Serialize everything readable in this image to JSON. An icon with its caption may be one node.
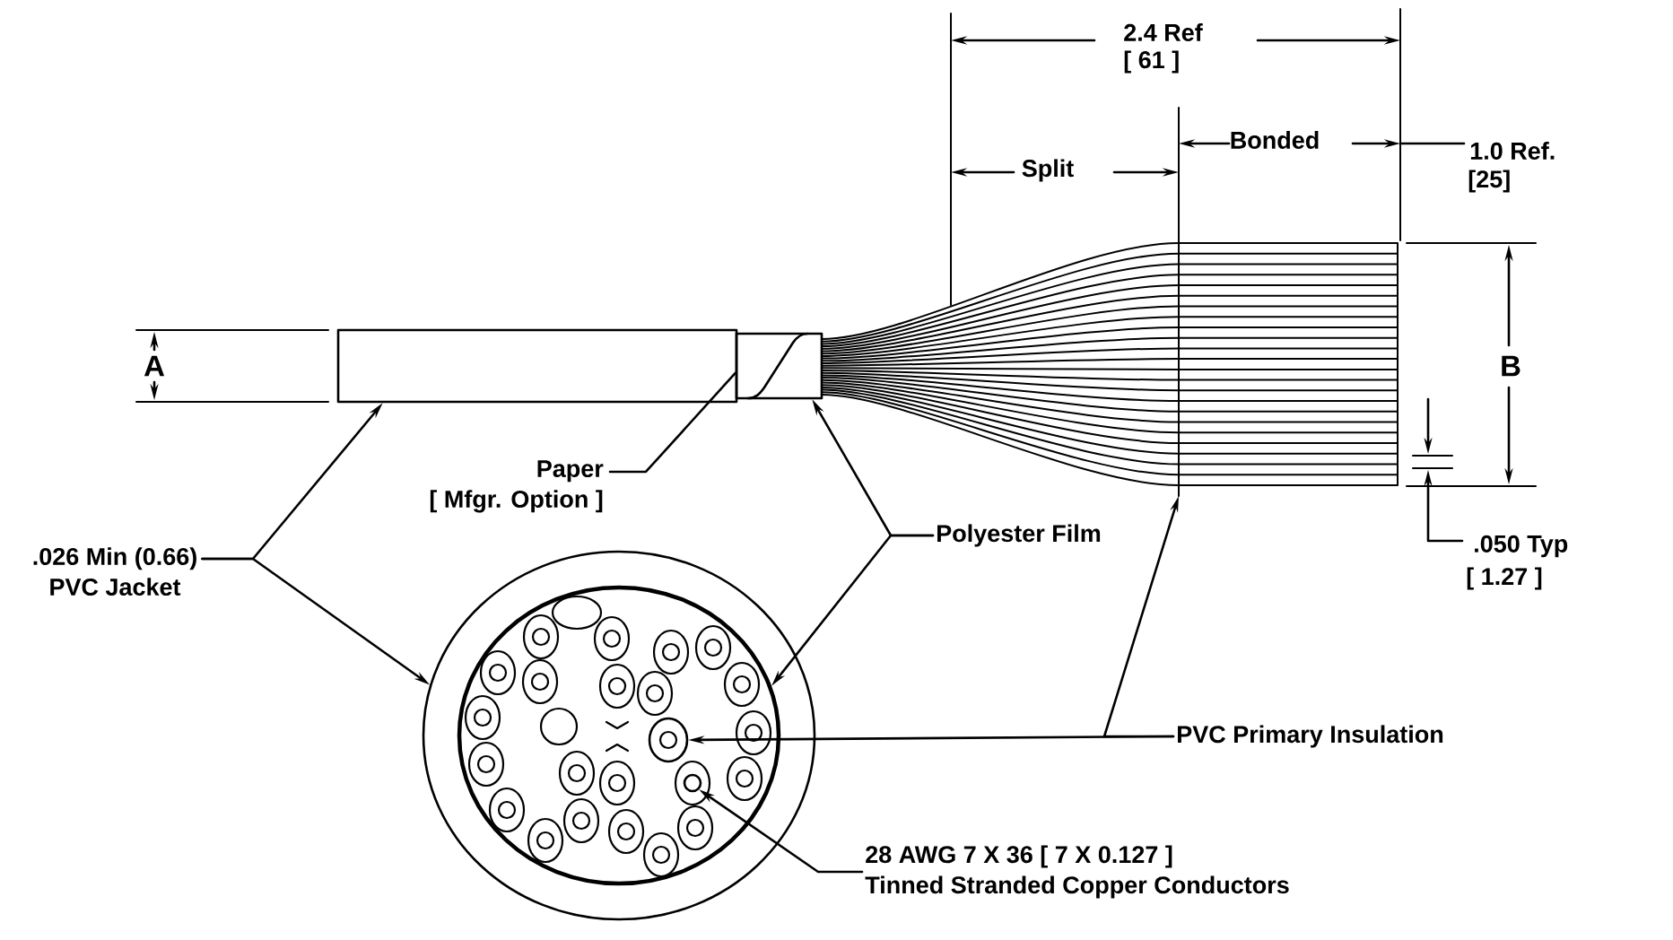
{
  "diagram": {
    "nodes": [
      {
        "text": [],
        "shape": "box"
      },
      {
        "text": [],
        "shape": "box"
      },
      {
        "text": [
          "Paper",
          "[ Mfgr. Option ]"
        ]
      },
      {
        "text": [
          ".026 Min (0.66)",
          "PVC Jacket"
        ]
      },
      {
        "text": [
          "Polyester Film"
        ]
      },
      {
        "text": [],
        "shape": "circle"
      },
      {
        "text": [],
        "shape": "circle",
        "in": 5
      },
      {
        "text": [],
        "shape": "circle",
        "in": 6
      },
      {
        "text": [],
        "shape": "circle",
        "in": 6
      },
      {
        "text": [
          "PVC Primary Insulation"
        ]
      },
      {
        "text": [
          "28 AWG 7 X 36 [ 7 X 0.127 ]",
          "Tinned Stranded Copper Conductors"
        ]
      }
    ],
    "edges": [
      {
        "from": 3,
        "to": 0,
        "arrow": "to"
      },
      {
        "from": 3,
        "to": 5,
        "arrow": "to"
      },
      {
        "from": 2,
        "to": 1,
        "arrow": "none"
      },
      {
        "from": 4,
        "to": 1,
        "arrow": "to"
      },
      {
        "from": 4,
        "to": 6,
        "arrow": "to"
      },
      {
        "from": 9,
        "to": 7,
        "arrow": "to"
      },
      {
        "from": 9,
        "to": null,
        "arrow": "to"
      },
      {
        "from": 10,
        "to": 8,
        "arrow": "to"
      }
    ],
    "labels": [
      "2.4 Ref",
      "[ 61 ]",
      "Split",
      "Bonded",
      "1.0 Ref.",
      "[25]",
      "A",
      "B",
      ".050 Typ",
      "[ 1.27 ]"
    ]
  }
}
